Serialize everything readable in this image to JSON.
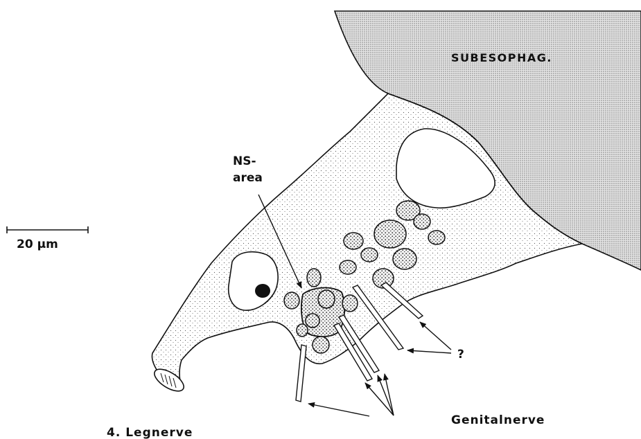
{
  "labels": {
    "subesophageal": "SUBESOPHAG.",
    "ns_area_line1": "NS-",
    "ns_area_line2": "area",
    "scale_bar": "20 μm",
    "question_mark": "?",
    "genital_nerve": "Genitalnerve",
    "leg_nerve": "4. Legnerve"
  },
  "colors": {
    "ink": "#111111",
    "stipple": "#555555",
    "ganglion_fill": "#cfcfcf",
    "background": "#ffffff"
  }
}
